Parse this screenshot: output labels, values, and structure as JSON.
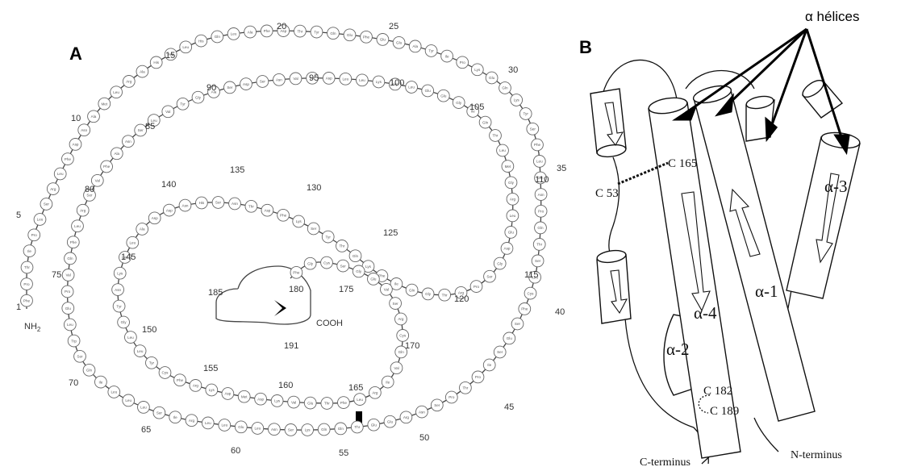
{
  "panel_a": {
    "label": "A",
    "residue_numbers": [
      {
        "text": "1"
      },
      {
        "text": "5"
      },
      {
        "text": "10"
      },
      {
        "text": "15"
      },
      {
        "text": "20"
      },
      {
        "text": "25"
      },
      {
        "text": "30"
      },
      {
        "text": "35"
      },
      {
        "text": "40"
      },
      {
        "text": "45"
      },
      {
        "text": "50"
      },
      {
        "text": "55"
      },
      {
        "text": "60"
      },
      {
        "text": "65"
      },
      {
        "text": "70"
      },
      {
        "text": "75"
      },
      {
        "text": "80"
      },
      {
        "text": "85"
      },
      {
        "text": "90"
      },
      {
        "text": "95"
      },
      {
        "text": "100"
      },
      {
        "text": "105"
      },
      {
        "text": "110"
      },
      {
        "text": "115"
      },
      {
        "text": "120"
      },
      {
        "text": "125"
      },
      {
        "text": "130"
      },
      {
        "text": "135"
      },
      {
        "text": "140"
      },
      {
        "text": "145"
      },
      {
        "text": "150"
      },
      {
        "text": "155"
      },
      {
        "text": "160"
      },
      {
        "text": "165"
      },
      {
        "text": "170"
      },
      {
        "text": "175"
      },
      {
        "text": "180"
      },
      {
        "text": "185"
      },
      {
        "text": "191"
      }
    ],
    "nh2_main": "NH",
    "nh2_sub": "2",
    "cooh": "COOH",
    "residue_labels": [
      "Phe",
      "Pro",
      "Thr",
      "Ile",
      "Pro",
      "Leu",
      "Ser",
      "Arg",
      "Leu",
      "Phe",
      "Asp",
      "Asn",
      "Ala",
      "Met",
      "Leu",
      "Arg",
      "Ala",
      "His",
      "Arg",
      "Leu",
      "His",
      "Gln",
      "Leu",
      "Ala",
      "Phe",
      "Asp",
      "Thr",
      "Tyr",
      "Gln",
      "Glu",
      "Phe",
      "Glu",
      "Glu",
      "Ala",
      "Tyr",
      "Ile",
      "Pro",
      "Lys",
      "Glu",
      "Gln",
      "Lys",
      "Tyr",
      "Ser",
      "Phe",
      "Leu",
      "Gln",
      "Asn",
      "Pro",
      "Gln",
      "Thr",
      "Ser",
      "Leu",
      "Cys",
      "Phe",
      "Ser",
      "Glu",
      "Ser",
      "Ile",
      "Pro",
      "Thr",
      "Pro",
      "Ser",
      "Asn",
      "Arg",
      "Glu",
      "Glu",
      "Thr",
      "Gln",
      "Gln",
      "Lys",
      "Ser",
      "Asn",
      "Leu",
      "Glu",
      "Leu",
      "Leu",
      "Arg",
      "Ile",
      "Ser",
      "Leu",
      "Leu",
      "Leu",
      "Ile",
      "Gln",
      "Ser",
      "Trp",
      "Leu",
      "Glu",
      "Pro",
      "Val",
      "Gln",
      "Phe",
      "Leu",
      "Arg",
      "Ser",
      "Val",
      "Phe",
      "Ala",
      "Asn",
      "Ser",
      "Leu",
      "Val",
      "Tyr",
      "Gly",
      "Ala",
      "Ser",
      "Asp",
      "Ser",
      "Asn",
      "Val",
      "Tyr",
      "Asp",
      "Leu",
      "Leu",
      "Lys",
      "Asp",
      "Leu",
      "Glu",
      "Glu",
      "Gly",
      "Ile",
      "Gln",
      "Thr",
      "Leu",
      "Met",
      "Gly",
      "Arg",
      "Leu",
      "Glu",
      "Asp",
      "Gly",
      "Ser",
      "Pro",
      "Arg",
      "Thr",
      "Gly",
      "Gln",
      "Ile",
      "Phe",
      "Lys",
      "Gln",
      "Thr",
      "Tyr",
      "Ser",
      "Lys",
      "Phe",
      "Asp",
      "Thr",
      "Asn",
      "Ser",
      "His",
      "Asn",
      "Asp",
      "Asp",
      "Ala",
      "Leu",
      "Leu",
      "Lys",
      "Asn",
      "Tyr",
      "Gly",
      "Leu",
      "Leu",
      "Tyr",
      "Cys",
      "Phe",
      "Arg",
      "Lys",
      "Asp",
      "Met",
      "Asp",
      "Lys",
      "Val",
      "Glu",
      "Thr",
      "Phe",
      "Leu",
      "Arg",
      "Ile",
      "Val",
      "Gln",
      "Cys",
      "Arg",
      "Ser",
      "Val",
      "Glu",
      "Gly",
      "Ser",
      "Cys",
      "Gly",
      "Phe"
    ]
  },
  "panel_b": {
    "label": "B",
    "alpha_helices": "α hélices",
    "c165": "C 165",
    "c53": "C 53",
    "alpha_3": "α-3",
    "alpha_4": "α-4",
    "alpha_1": "α-1",
    "alpha_2": "α-2",
    "c182": "C 182",
    "c189": "C 189",
    "c_terminus": "C-terminus",
    "n_terminus": "N-terminus"
  }
}
